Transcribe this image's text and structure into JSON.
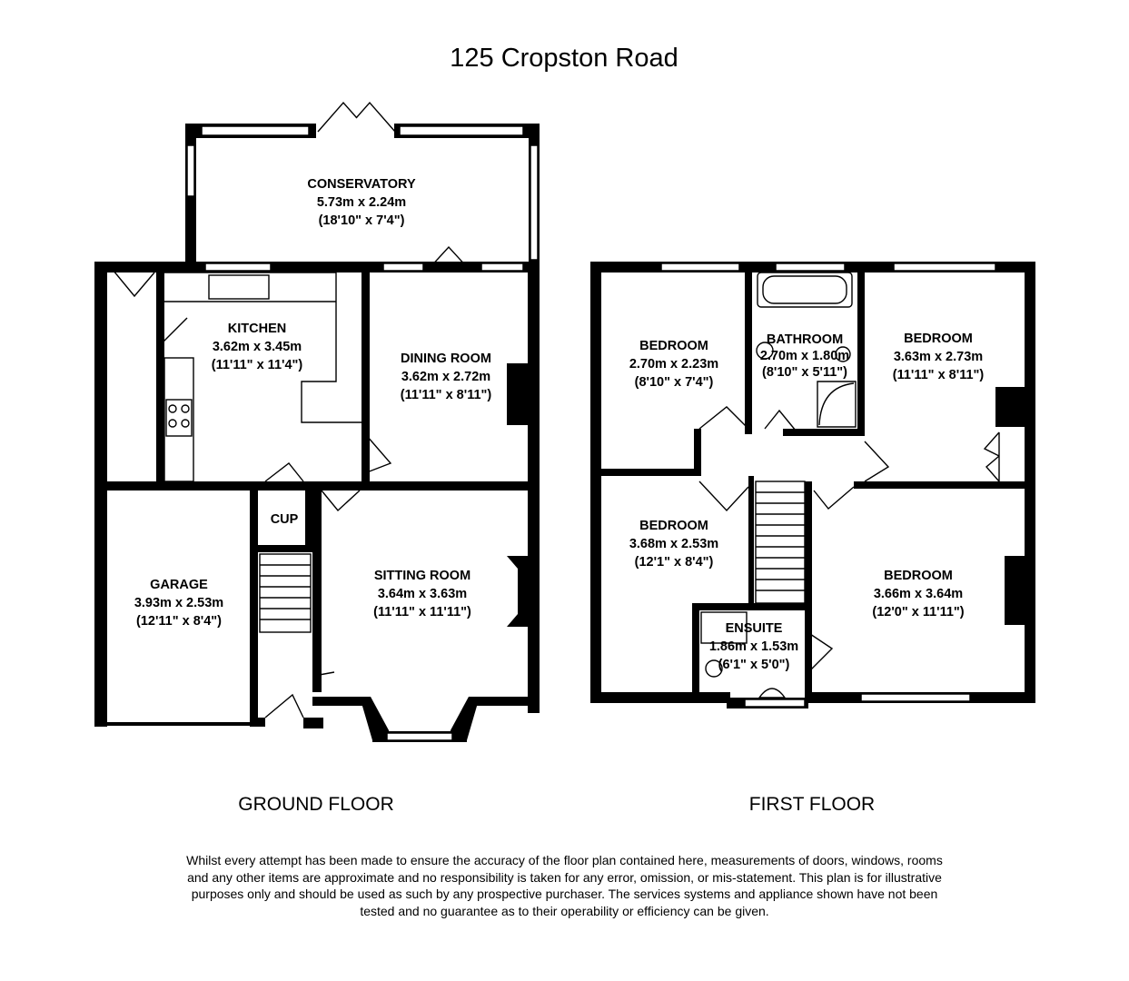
{
  "title": "125 Cropston Road",
  "floors": {
    "ground": "GROUND FLOOR",
    "first": "FIRST FLOOR"
  },
  "rooms": {
    "conservatory": {
      "name": "CONSERVATORY",
      "metric": "5.73m x 2.24m",
      "imperial": "(18'10\" x 7'4\")"
    },
    "kitchen": {
      "name": "KITCHEN",
      "metric": "3.62m x 3.45m",
      "imperial": "(11'11\" x 11'4\")"
    },
    "dining": {
      "name": "DINING ROOM",
      "metric": "3.62m x 2.72m",
      "imperial": "(11'11\" x 8'11\")"
    },
    "cup": {
      "name": "CUP"
    },
    "garage": {
      "name": "GARAGE",
      "metric": "3.93m x 2.53m",
      "imperial": "(12'11\" x 8'4\")"
    },
    "sitting": {
      "name": "SITTING ROOM",
      "metric": "3.64m x 3.63m",
      "imperial": "(11'11\" x 11'11\")"
    },
    "bed1": {
      "name": "BEDROOM",
      "metric": "2.70m x 2.23m",
      "imperial": "(8'10\" x 7'4\")"
    },
    "bathroom": {
      "name": "BATHROOM",
      "metric": "2.70m x 1.80m",
      "imperial": "(8'10\" x 5'11\")"
    },
    "bed2": {
      "name": "BEDROOM",
      "metric": "3.63m x 2.73m",
      "imperial": "(11'11\" x 8'11\")"
    },
    "bed3": {
      "name": "BEDROOM",
      "metric": "3.68m x 2.53m",
      "imperial": "(12'1\" x 8'4\")"
    },
    "bed4": {
      "name": "BEDROOM",
      "metric": "3.66m x 3.64m",
      "imperial": "(12'0\" x 11'11\")"
    },
    "ensuite": {
      "name": "ENSUITE",
      "metric": "1.86m x 1.53m",
      "imperial": "(6'1\" x 5'0\")"
    }
  },
  "disclaimer": "Whilst every attempt has been made to ensure the accuracy of the floor plan contained here, measurements of doors, windows, rooms and any other items are approximate and no responsibility is taken for any error, omission, or mis-statement. This plan is for illustrative purposes only and should be used as such by any prospective purchaser. The services systems and appliance shown have not been tested and no guarantee as to their operability or efficiency can be given."
}
